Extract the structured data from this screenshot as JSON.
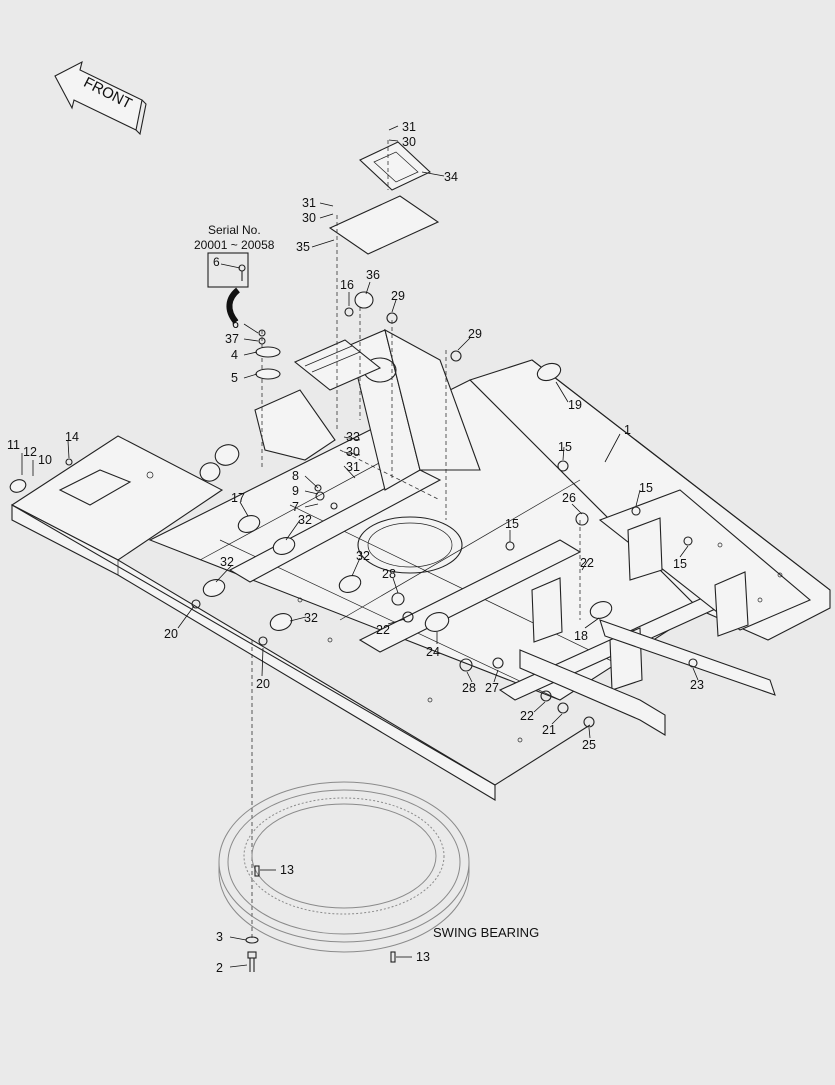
{
  "labels": {
    "front": "FRONT",
    "serial_title": "Serial No.",
    "serial_range": "20001 ~ 20058",
    "serial_part": "6",
    "swing_bearing": "SWING BEARING"
  },
  "callouts": [
    "1",
    "2",
    "3",
    "4",
    "5",
    "6",
    "6",
    "7",
    "8",
    "9",
    "10",
    "11",
    "12",
    "13",
    "13",
    "14",
    "15",
    "15",
    "15",
    "15",
    "16",
    "17",
    "18",
    "19",
    "20",
    "20",
    "21",
    "22",
    "22",
    "22",
    "22",
    "23",
    "24",
    "25",
    "26",
    "27",
    "28",
    "28",
    "29",
    "29",
    "30",
    "30",
    "30",
    "31",
    "31",
    "31",
    "32",
    "32",
    "32",
    "32",
    "33",
    "34",
    "35",
    "36",
    "37"
  ]
}
